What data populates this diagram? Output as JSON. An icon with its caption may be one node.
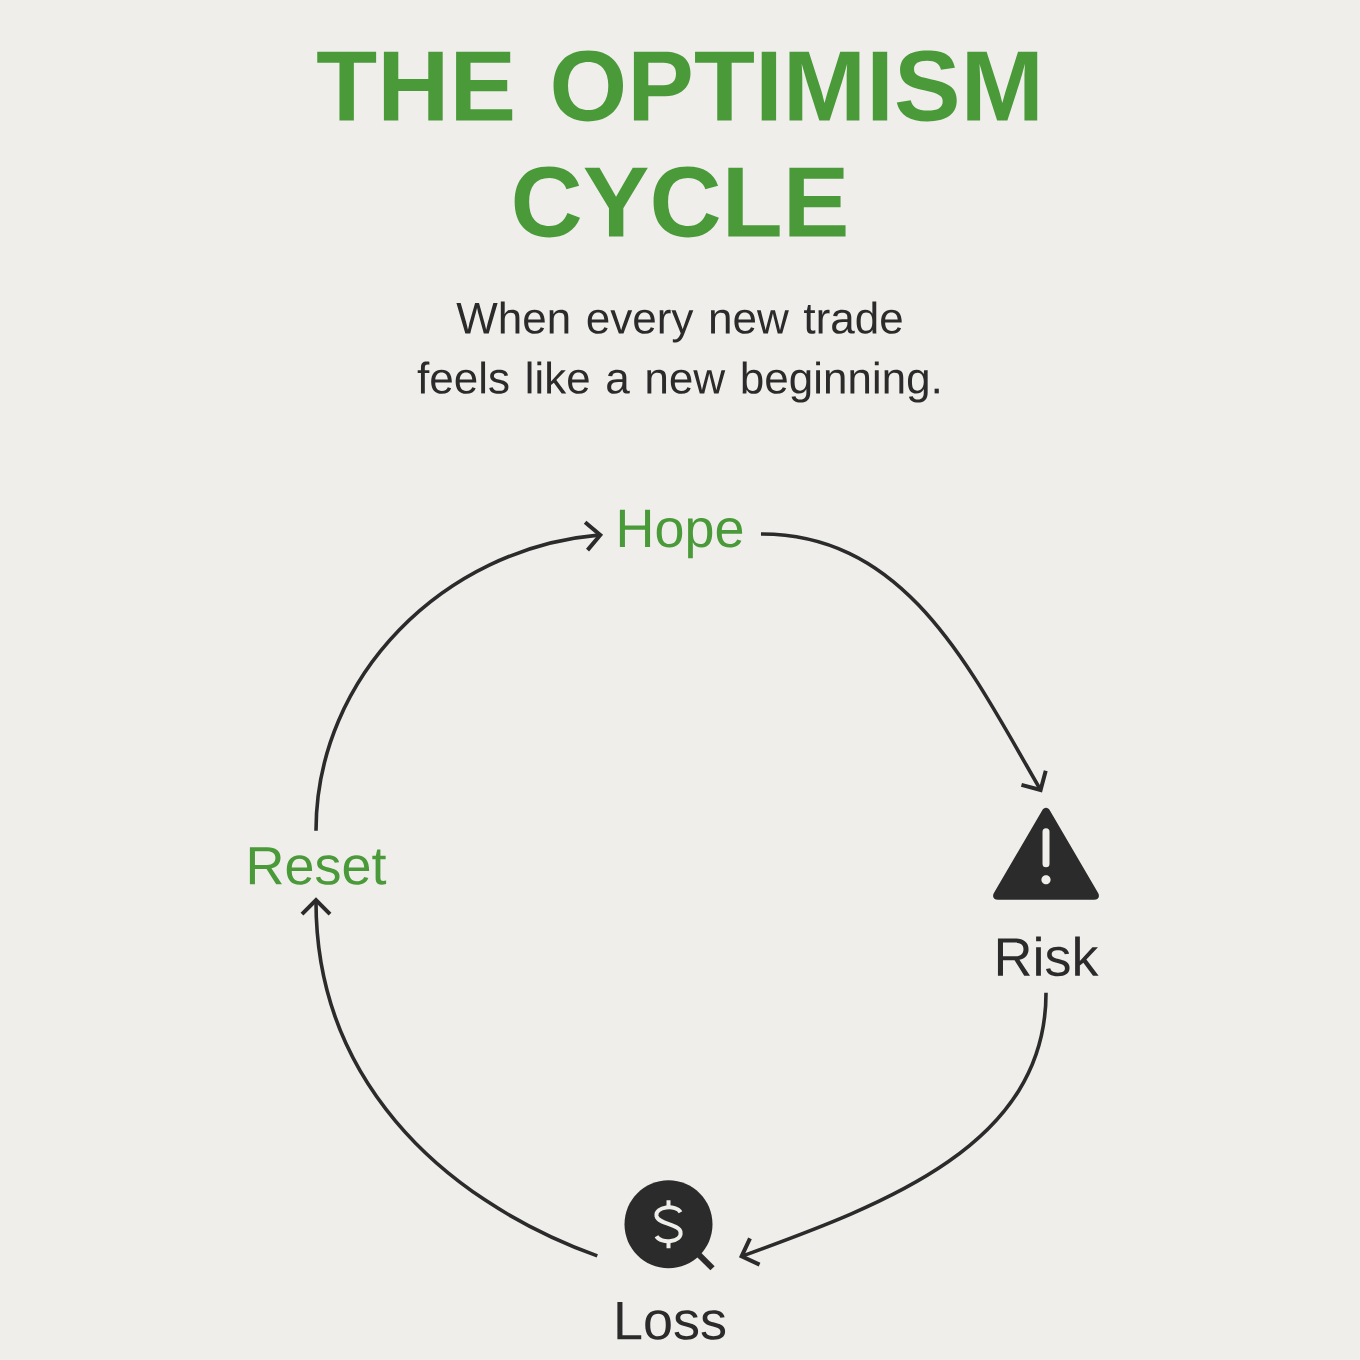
{
  "diagram": {
    "title": "THE OPTIMISM CYCLE",
    "nodes": [
      {
        "text": [
          "Hope"
        ]
      },
      {
        "text": [
          "Risk"
        ]
      },
      {
        "text": [
          "Loss"
        ]
      },
      {
        "text": [
          "Reset"
        ]
      }
    ],
    "edges": [
      {
        "from": 0,
        "to": 1,
        "arrow": "to"
      },
      {
        "from": 1,
        "to": 2,
        "arrow": "to"
      },
      {
        "from": 2,
        "to": 3,
        "arrow": "to"
      },
      {
        "from": 3,
        "to": 0,
        "arrow": "to"
      }
    ],
    "labels": [
      "When every new trade feels like a new beginning."
    ]
  }
}
